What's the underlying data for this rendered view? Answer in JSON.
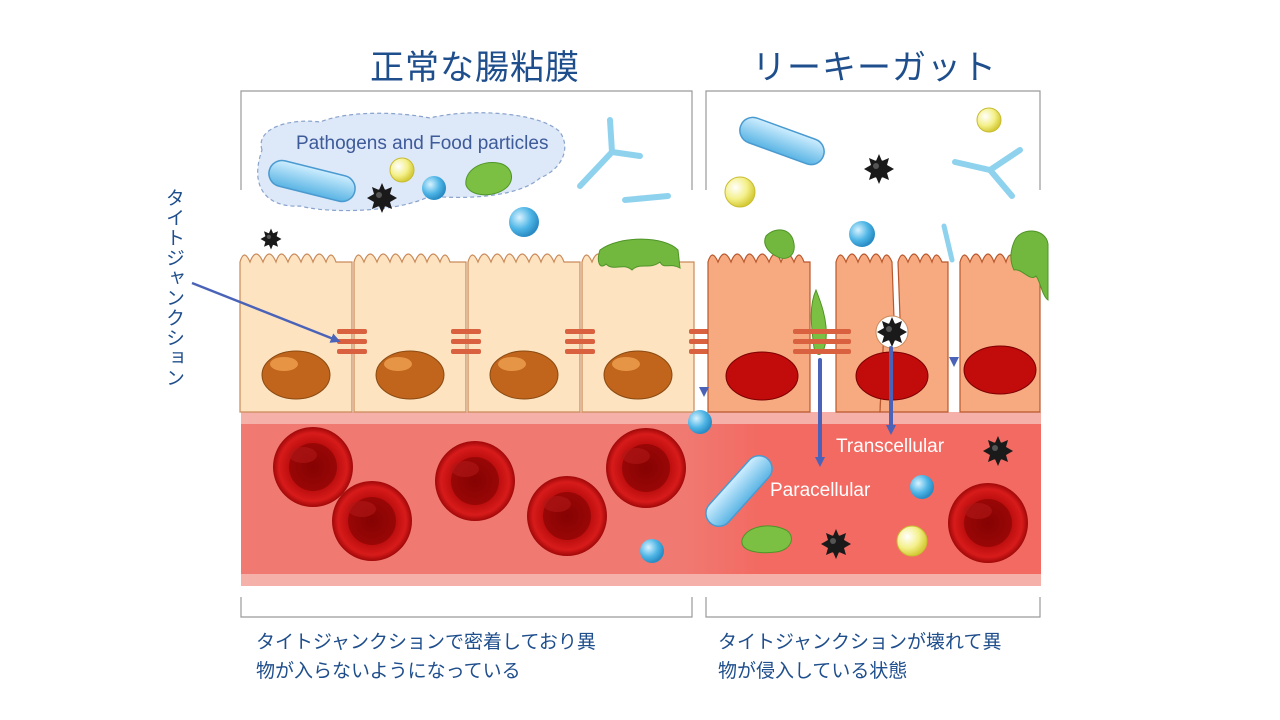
{
  "titles": {
    "normal": "正常な腸粘膜",
    "leaky": "リーキーガット"
  },
  "side_label": "タイトジャンクション",
  "labels": {
    "pathogens": "Pathogens and Food particles",
    "transcellular": "Transcellular",
    "paracellular": "Paracellular"
  },
  "captions": {
    "normal_line1": "タイトジャンクションで密着しており異",
    "normal_line2": "物が入らないようになっている",
    "leaky_line1": "タイトジャンクションが壊れて異",
    "leaky_line2": "物が侵入している状態"
  },
  "colors": {
    "title_text": "#1f4e8c",
    "healthy_cell": "#fde3c0",
    "leaky_cell": "#f7a980",
    "blood_vessel": "#f08078",
    "red_blood_cell": "#c41010",
    "arrow": "#4a63b8"
  }
}
